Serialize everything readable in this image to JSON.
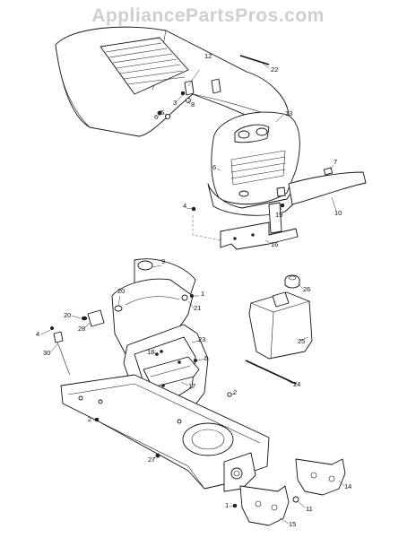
{
  "watermark": "AppliancePartsPros.com",
  "callouts": [
    "1",
    "2",
    "3",
    "4",
    "5",
    "6",
    "7",
    "8",
    "9",
    "10",
    "11",
    "12",
    "13",
    "14",
    "15",
    "16",
    "17",
    "18",
    "19",
    "20",
    "21",
    "22",
    "23",
    "24",
    "25",
    "26",
    "27",
    "28",
    "30"
  ]
}
